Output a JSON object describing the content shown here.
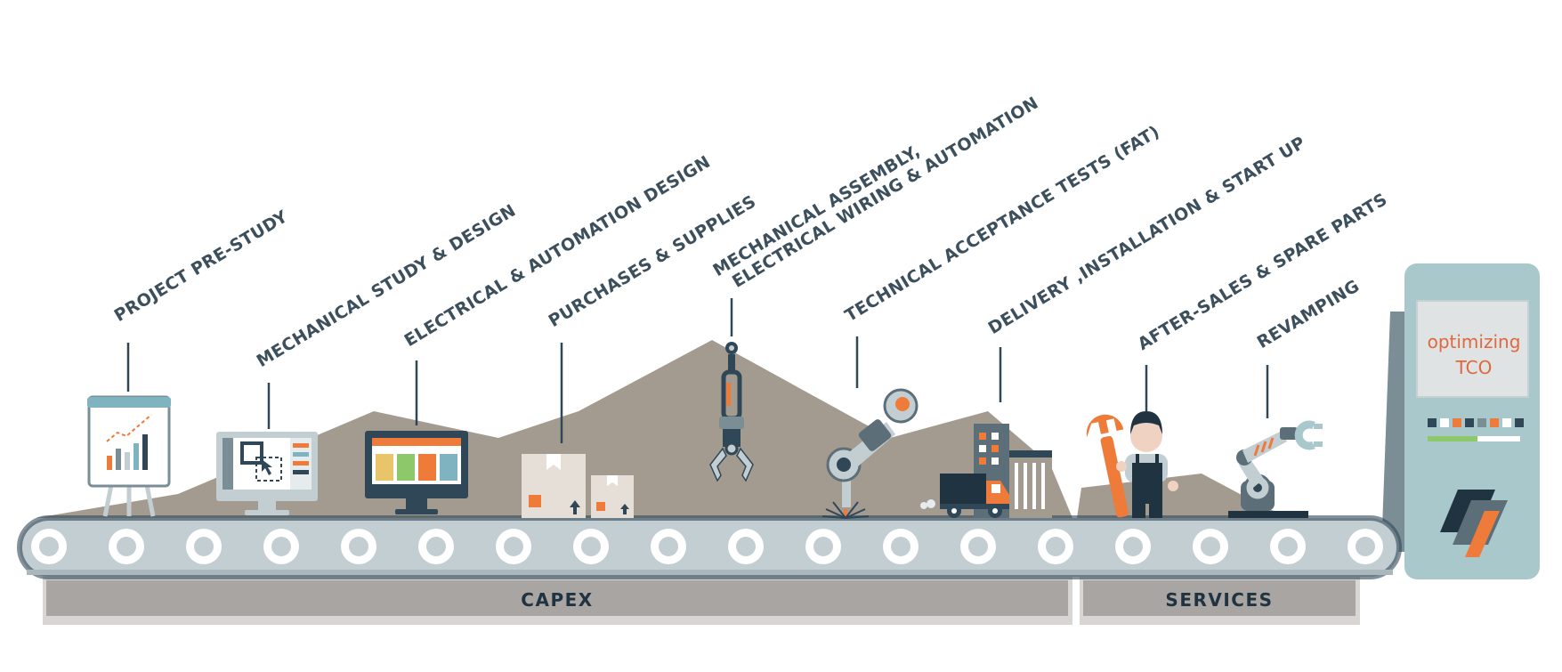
{
  "steps": [
    {
      "id": "project-pre-study",
      "lines": [
        "PROJECT PRE-STUDY"
      ]
    },
    {
      "id": "mechanical-study",
      "lines": [
        "MECHANICAL STUDY & DESIGN"
      ]
    },
    {
      "id": "electrical-design",
      "lines": [
        "ELECTRICAL & AUTOMATION DESIGN"
      ]
    },
    {
      "id": "purchases",
      "lines": [
        "PURCHASES & SUPPLIES"
      ]
    },
    {
      "id": "mechanical-assembly",
      "lines": [
        "MECHANICAL ASSEMBLY,",
        "ELECTRICAL WIRING & AUTOMATION"
      ]
    },
    {
      "id": "fat",
      "lines": [
        "TECHNICAL ACCEPTANCE TESTS (FAT)"
      ]
    },
    {
      "id": "delivery",
      "lines": [
        "DELIVERY ,INSTALLATION & START UP"
      ]
    },
    {
      "id": "after-sales",
      "lines": [
        "AFTER-SALES & SPARE PARTS"
      ]
    },
    {
      "id": "revamping",
      "lines": [
        "REVAMPING"
      ]
    }
  ],
  "sections": {
    "capex": "CAPEX",
    "services": "SERVICES"
  },
  "kiosk": {
    "line1": "optimizing",
    "line2": "TCO"
  },
  "colors": {
    "navy": "#2f4756",
    "orange": "#ef7b3a",
    "belt": "#c3ced3",
    "mountain": "#a49b90",
    "kiosk": "#a9c8cc",
    "bar": "#a9a5a2",
    "label": "#3c4f5c"
  }
}
